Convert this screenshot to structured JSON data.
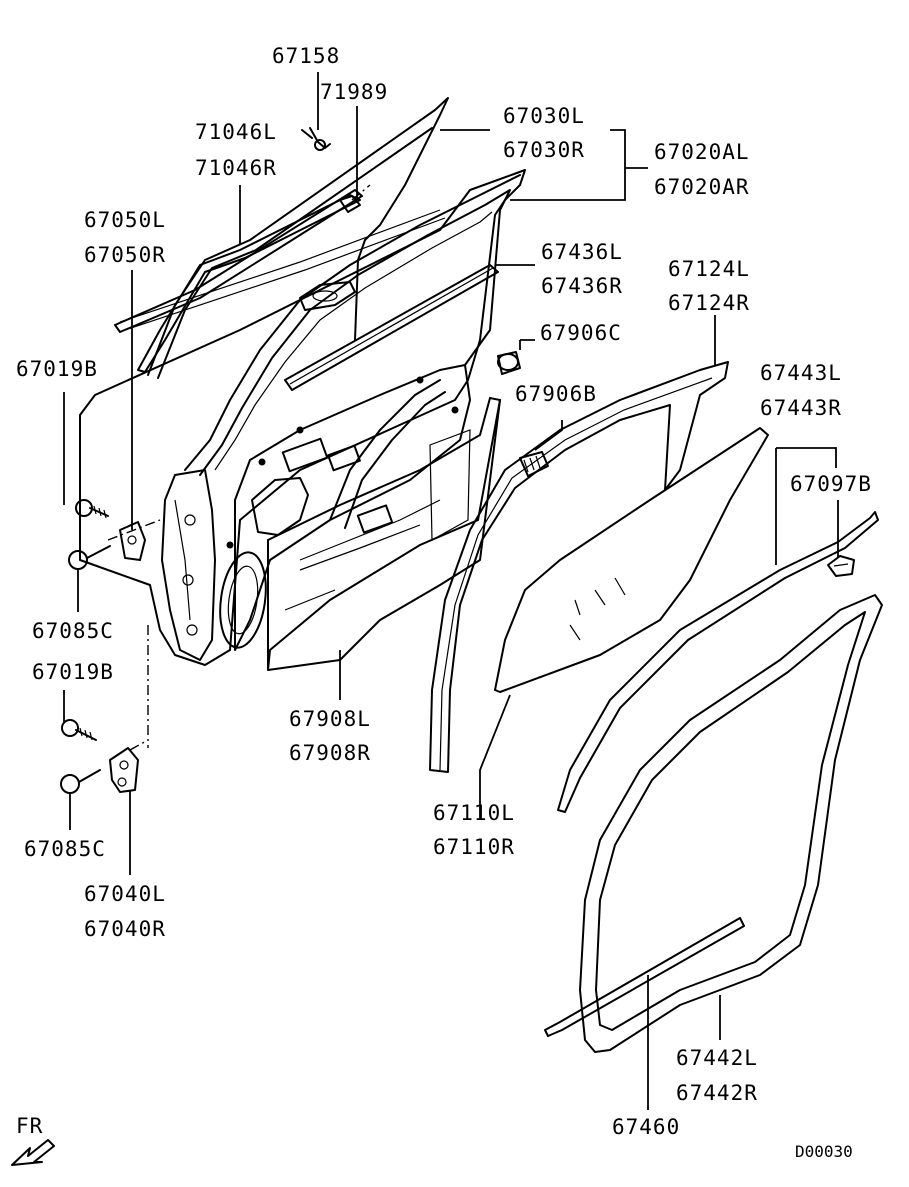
{
  "diagram": {
    "code": "D00030",
    "front_marker": "FR",
    "labels": {
      "p67158": "67158",
      "p71989": "71989",
      "p71046L": "71046L",
      "p71046R": "71046R",
      "p67030L": "67030L",
      "p67030R": "67030R",
      "p67020AL": "67020AL",
      "p67020AR": "67020AR",
      "p67050L": "67050L",
      "p67050R": "67050R",
      "p67436L": "67436L",
      "p67436R": "67436R",
      "p67124L": "67124L",
      "p67124R": "67124R",
      "p67906C": "67906C",
      "p67019B_top": "67019B",
      "p67906B": "67906B",
      "p67443L": "67443L",
      "p67443R": "67443R",
      "p67097B": "67097B",
      "p67085C_top": "67085C",
      "p67019B_bot": "67019B",
      "p67908L": "67908L",
      "p67908R": "67908R",
      "p67110L": "67110L",
      "p67110R": "67110R",
      "p67085C_bot": "67085C",
      "p67040L": "67040L",
      "p67040R": "67040R",
      "p67442L": "67442L",
      "p67442R": "67442R",
      "p67460": "67460"
    }
  }
}
